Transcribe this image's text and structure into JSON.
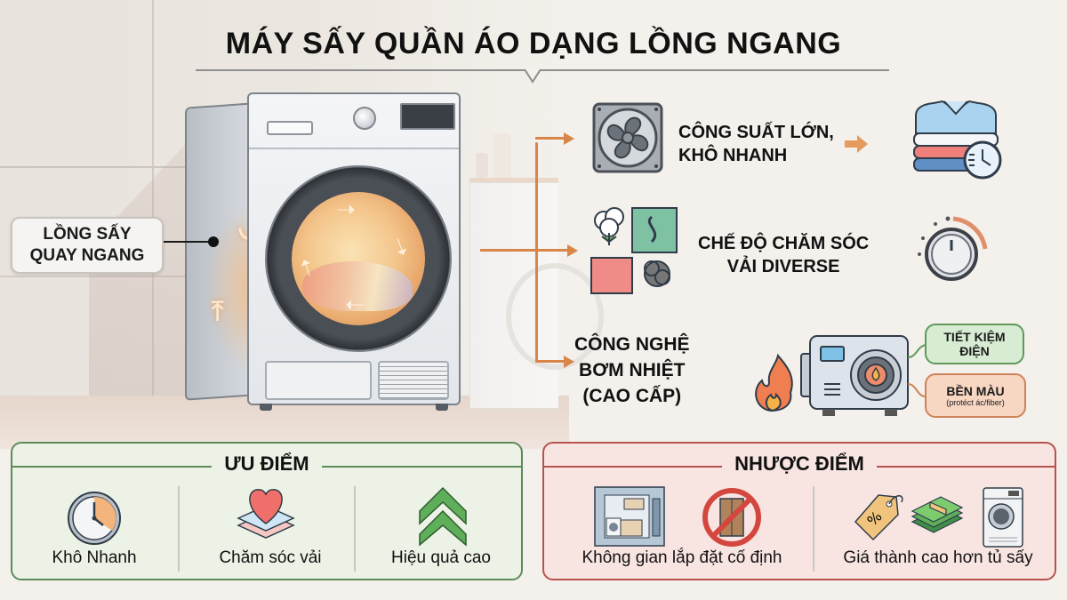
{
  "title": "MÁY SẤY QUẦN ÁO DẠNG LỒNG NGANG",
  "callout": {
    "line1": "LỒNG SẤY",
    "line2": "QUAY NGANG"
  },
  "features": [
    {
      "line1": "CÔNG SUẤT LỚN,",
      "line2": "KHÔ NHANH",
      "icon": "fan-icon",
      "result_icon": "folded-clothes-clock-icon"
    },
    {
      "line1": "CHẾ ĐỘ CHĂM SÓC",
      "line2": "VẢI DIVERSE",
      "icon": "fabric-types-icon",
      "result_icon": "dial-knob-icon"
    },
    {
      "line1": "CÔNG NGHỆ",
      "line2": "BƠM NHIỆT",
      "line3": "(CAO CẤP)",
      "icon": "heat-pump-icon",
      "badges": [
        {
          "line1": "TIẾT KIỆM",
          "line2": "ĐIỆN",
          "color": "#d7ecd3"
        },
        {
          "line1": "BỀN MÀU",
          "line2": "(protéct ác/fiber)",
          "color": "#f7d6c2"
        }
      ]
    }
  ],
  "pros": {
    "title": "ƯU ĐIỂM",
    "items": [
      {
        "label": "Khô Nhanh",
        "icon": "clock-icon"
      },
      {
        "label": "Chăm sóc vải",
        "icon": "heart-fabric-icon"
      },
      {
        "label": "Hiệu quả cao",
        "icon": "double-chevron-up-icon"
      }
    ]
  },
  "cons": {
    "title": "NHƯỢC ĐIỂM",
    "items": [
      {
        "label": "Không gian lắp đặt cố định",
        "icons": [
          "laundry-room-icon",
          "no-cabinet-icon"
        ]
      },
      {
        "label": "Giá thành cao hơn tủ sấy",
        "icons": [
          "price-tag-icon",
          "cash-stack-icon",
          "dryer-icon"
        ]
      }
    ]
  },
  "colors": {
    "accent_orange": "#d9854a",
    "pros_border": "#5d8b5a",
    "pros_bg": "#ecf3e6",
    "cons_border": "#b7524c",
    "cons_bg": "#f8e5e2"
  }
}
